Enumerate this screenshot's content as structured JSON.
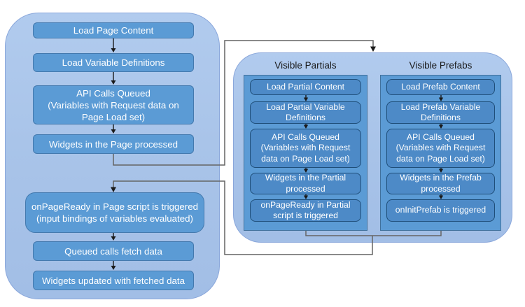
{
  "colors": {
    "container_fill": "#A9C4E9",
    "container_border": "#8AA7DB",
    "node_fill": "#5B9BD5",
    "node_border": "#4379AE",
    "panel_fill": "#5B9BD5",
    "panel_border": "#41719C",
    "panel_node_fill": "#4D8AC7",
    "panel_node_border": "#1F4E79",
    "node_text": "#FFFFFF",
    "header_text": "#1A1A1A",
    "connector": "#646464",
    "arrow": "#1A1A1A"
  },
  "left_flow": {
    "boxes": [
      "Load Page Content",
      "Load Variable Definitions",
      "API Calls Queued\n(Variables with Request data on\nPage Load set)",
      "Widgets in the Page processed",
      "onPageReady in Page script is triggered\n(input bindings of variables evaluated)",
      "Queued calls fetch data",
      "Widgets updated with fetched data"
    ]
  },
  "right_flow": {
    "partials": {
      "title": "Visible Partials",
      "boxes": [
        "Load Partial Content",
        "Load Partial Variable\nDefinitions",
        "API Calls Queued\n(Variables with Request\ndata on Page Load set)",
        "Widgets in the Partial\nprocessed",
        "onPageReady in Partial\nscript is triggered"
      ]
    },
    "prefabs": {
      "title": "Visible Prefabs",
      "boxes": [
        "Load Prefab Content",
        "Load Prefab Variable\nDefinitions",
        "API Calls Queued\n(Variables with Request\ndata on Page Load set)",
        "Widgets in the Prefab\nprocessed",
        "onInitPrefab is triggered"
      ]
    }
  }
}
